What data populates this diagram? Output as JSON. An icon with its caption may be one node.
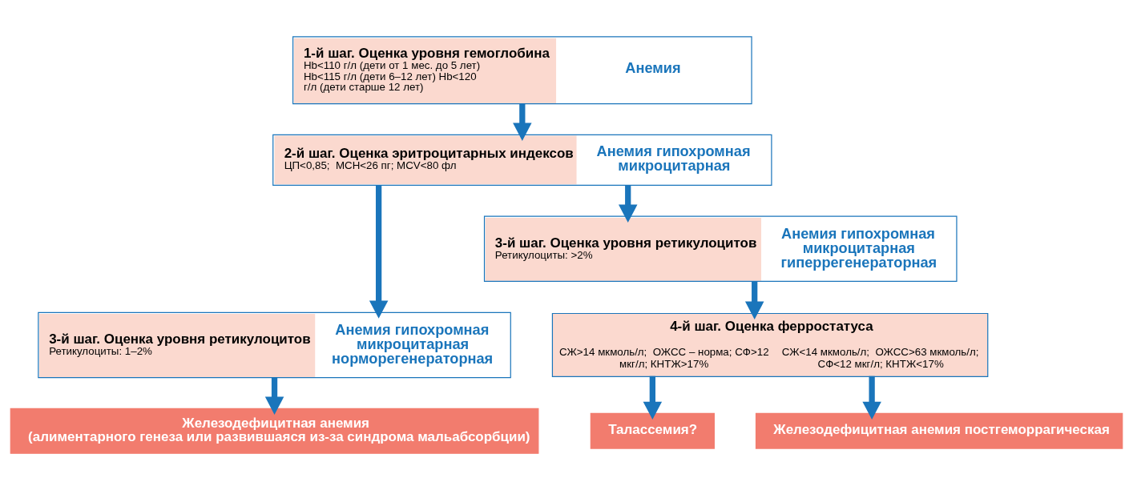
{
  "diagram": {
    "nodes": [
      {
        "text": [
          "1-й шаг. Оценка уровня гемоглобина",
          "Hb<110 г/л (дети от 1 мес. до 5 лет) Hb<115 г/л (дети 6–12 лет) Hb<120 г/л (дети старше 12 лет)",
          "Анемия"
        ]
      },
      {
        "text": [
          "2-й шаг. Оценка эритроцитарных индексов",
          "ЦП<0,85;  MCH<26 пг; MCV<80 фл",
          "Анемия гипохромная микроцитарная"
        ]
      },
      {
        "text": [
          "3-й шаг. Оценка уровня ретикулоцитов",
          "Ретикулоциты: 1–2%",
          "Анемия гипохромная микроцитарная норморегенераторная"
        ]
      },
      {
        "text": [
          "3-й шаг. Оценка уровня ретикулоцитов",
          "Ретикулоциты: >2%",
          "Анемия гипохромная микроцитарная гиперрегенераторная"
        ]
      },
      {
        "text": [
          "4-й шаг. Оценка ферростатуса",
          "СЖ>14 мкмоль/л;  ОЖСС – норма; СФ>12 мкг/л; КНТЖ>17%",
          "СЖ<14 мкмоль/л;  ОЖСС>63 мкмоль/л; СФ<12 мкг/л; КНТЖ<17%"
        ]
      },
      {
        "text": [
          "Железодефицитная анемия",
          "(алиментарного генеза или развившаяся из-за синдрома мальабсорбции)"
        ]
      },
      {
        "text": [
          "Талассемия?"
        ]
      },
      {
        "text": [
          "Железодефицитная анемия постгеморрагическая"
        ]
      }
    ],
    "edges": [
      {
        "from": 0,
        "to": 1,
        "arrow": "to"
      },
      {
        "from": 1,
        "to": 2,
        "arrow": "to"
      },
      {
        "from": 1,
        "to": 3,
        "arrow": "to"
      },
      {
        "from": 2,
        "to": 5,
        "arrow": "to"
      },
      {
        "from": 3,
        "to": 4,
        "arrow": "to"
      },
      {
        "from": 4,
        "to": 6,
        "arrow": "to"
      },
      {
        "from": 4,
        "to": 7,
        "arrow": "to"
      }
    ]
  }
}
